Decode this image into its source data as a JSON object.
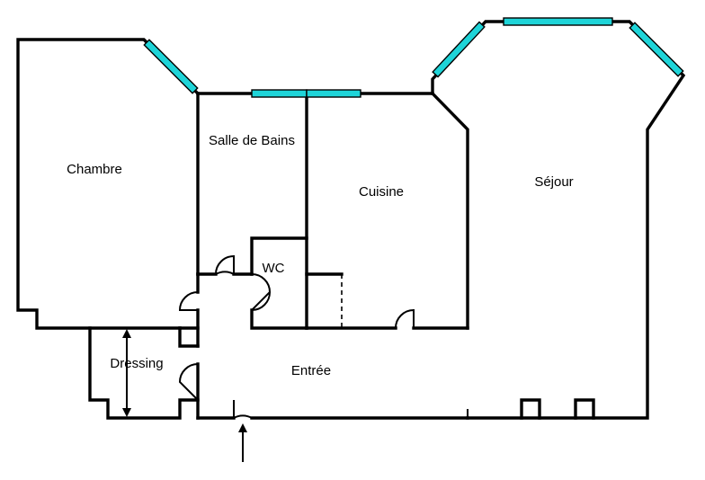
{
  "rooms": {
    "chambre": "Chambre",
    "salle_de_bains": "Salle de Bains",
    "cuisine": "Cuisine",
    "sejour": "Séjour",
    "wc": "WC",
    "dressing": "Dressing",
    "entree": "Entrée"
  },
  "colors": {
    "wall": "#000000",
    "window": "#1ed4d8",
    "background": "#ffffff"
  },
  "icons": {
    "entrance": "up-arrow-icon",
    "dimension": "double-arrow-icon"
  }
}
